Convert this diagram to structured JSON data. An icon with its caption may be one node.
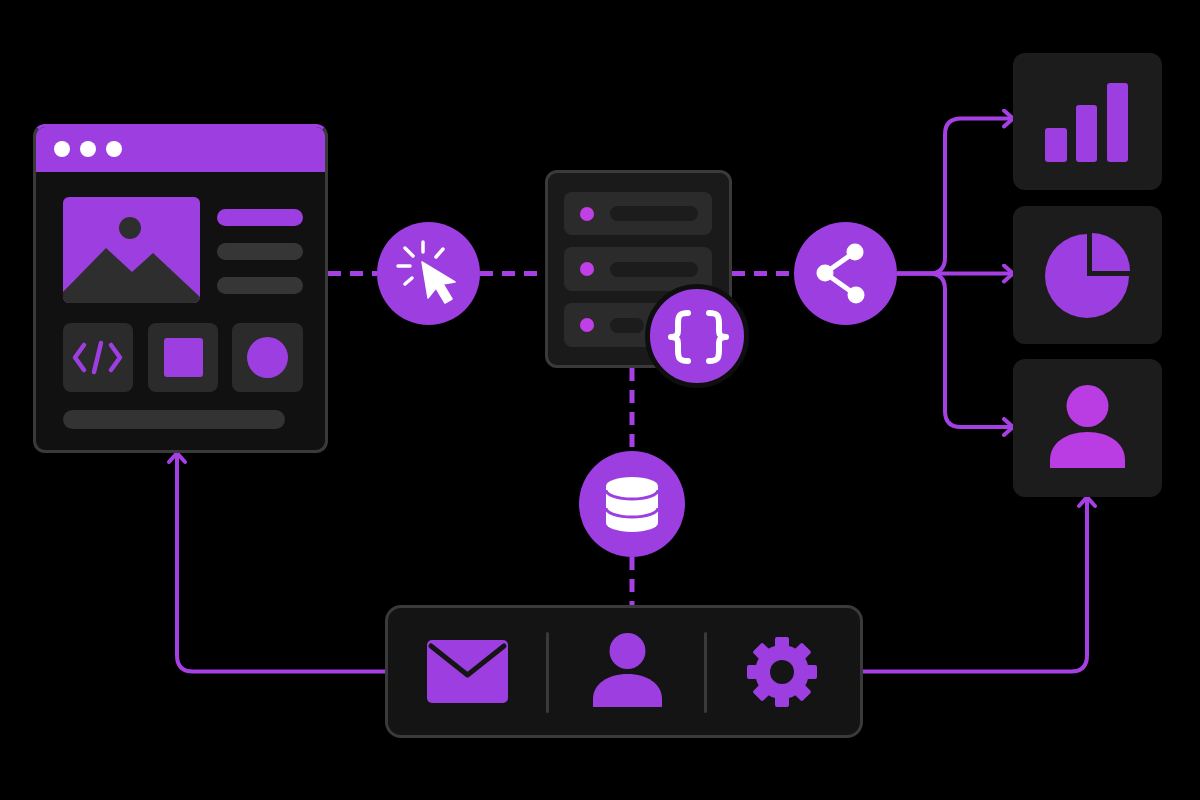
{
  "diagram": {
    "nodes": [
      {
        "text": [],
        "shape": "box"
      },
      {
        "text": [],
        "shape": "circle"
      },
      {
        "text": [],
        "shape": "box"
      },
      {
        "text": [],
        "shape": "circle"
      },
      {
        "text": [],
        "shape": "circle"
      },
      {
        "text": [],
        "shape": "box"
      },
      {
        "text": [],
        "shape": "box"
      },
      {
        "text": [],
        "shape": "box"
      },
      {
        "text": [],
        "shape": "circle"
      },
      {
        "text": [],
        "shape": "bar"
      }
    ],
    "edges": [
      {
        "from": 0,
        "to": 1,
        "arrow": "none",
        "style": "dashed"
      },
      {
        "from": 1,
        "to": 2,
        "arrow": "none",
        "style": "dashed"
      },
      {
        "from": 2,
        "to": 4,
        "arrow": "none",
        "style": "dashed"
      },
      {
        "from": 4,
        "to": 5,
        "arrow": "to"
      },
      {
        "from": 4,
        "to": 6,
        "arrow": "to"
      },
      {
        "from": 4,
        "to": 7,
        "arrow": "to"
      },
      {
        "from": 2,
        "to": 8,
        "arrow": "none",
        "style": "dashed"
      },
      {
        "from": 8,
        "to": 9,
        "arrow": "none",
        "style": "dashed"
      },
      {
        "from": 9,
        "to": 0,
        "arrow": "to"
      },
      {
        "from": 9,
        "to": 7,
        "arrow": "to"
      }
    ]
  }
}
